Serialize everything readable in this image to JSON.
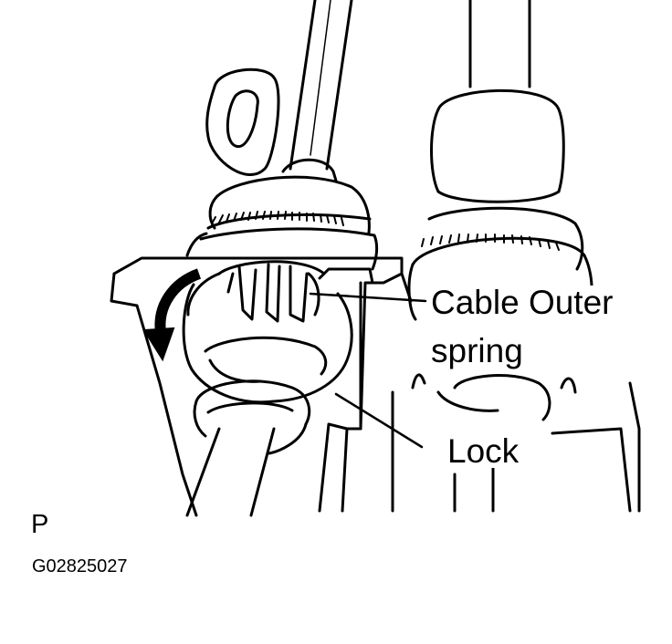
{
  "labels": {
    "cable_outer_spring_line1": "Cable Outer",
    "cable_outer_spring_line2": "spring",
    "lock": "Lock",
    "position_letter": "P",
    "figure_code": "G02825027"
  },
  "colors": {
    "ink": "#000000",
    "paper": "#ffffff"
  },
  "icons": {
    "rotation_arrow": "curved-arrow-icon"
  }
}
